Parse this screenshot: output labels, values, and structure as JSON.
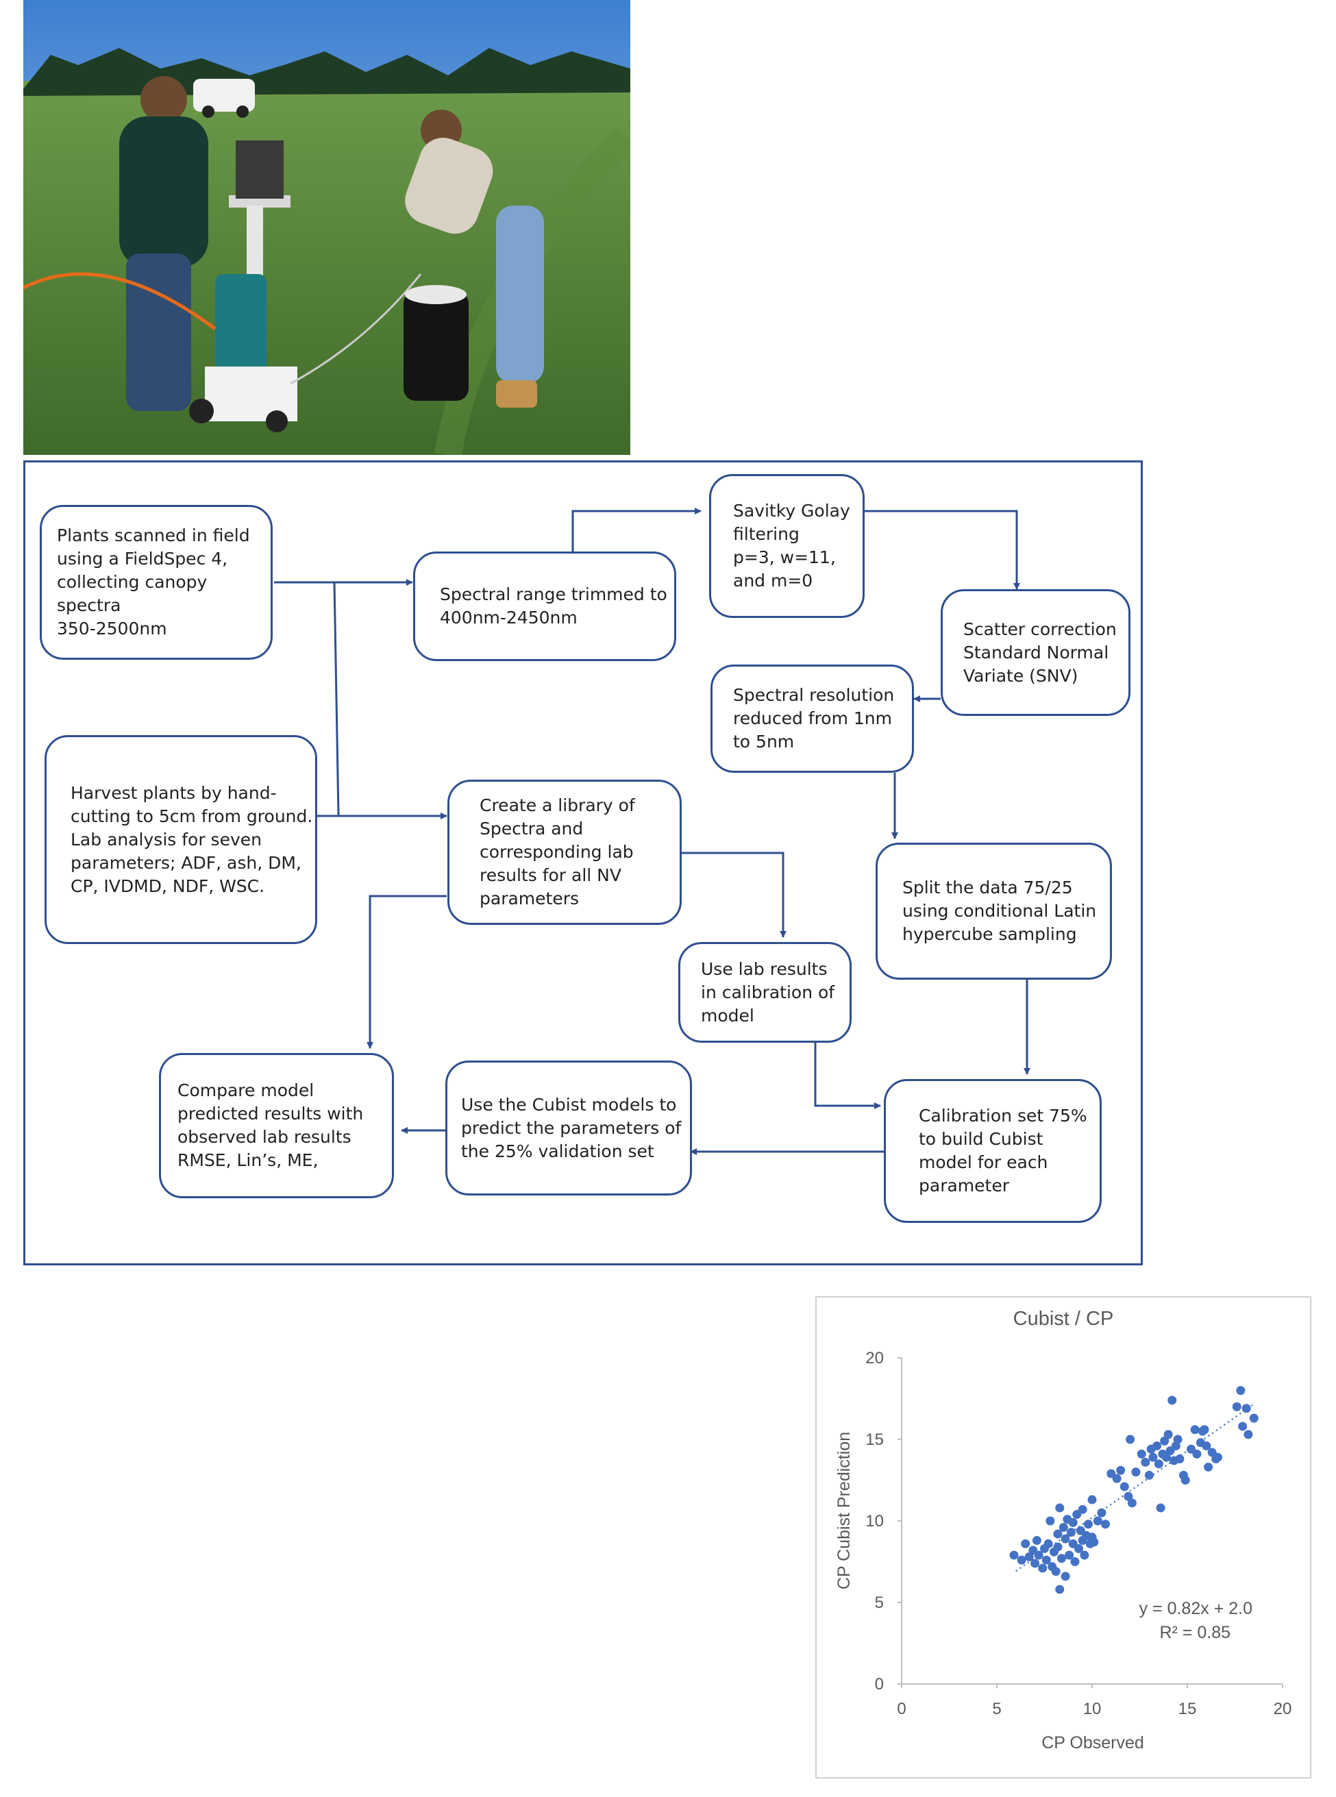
{
  "flowchart": {
    "boxes": {
      "scan": "Plants scanned in field\nusing a FieldSpec 4,\ncollecting canopy spectra\n350-2500nm",
      "trim": "Spectral range trimmed to\n400nm-2450nm",
      "savitzky": "Savitky Golay\nfiltering\np=3, w=11,\n and m=0",
      "scatter": "Scatter correction\nStandard Normal\nVariate (SNV)",
      "resolution": "Spectral resolution\nreduced from 1nm\nto 5nm",
      "harvest": "Harvest plants by hand-\ncutting to 5cm from ground.\nLab analysis for seven\nparameters; ADF, ash, DM,\nCP, IVDMD, NDF, WSC.",
      "library": "Create a library of\nSpectra and\ncorresponding lab\nresults for all NV\nparameters",
      "split": "Split the data 75/25\nusing conditional Latin\nhypercube sampling",
      "lab_calibration": "Use lab results\nin calibration of\nmodel",
      "compare": "Compare model\npredicted results with\nobserved lab results\nRMSE, Lin’s, ME,",
      "predict": "Use the Cubist models to\npredict the parameters of\nthe 25% validation set",
      "calibration": "Calibration set 75%\nto build Cubist\nmodel for each\nparameter"
    }
  },
  "chart_data": {
    "type": "scatter",
    "title": "Cubist / CP",
    "xlabel": "CP Observed",
    "ylabel": "CP Cubist Prediction",
    "xlim": [
      0,
      20
    ],
    "ylim": [
      0,
      20
    ],
    "xticks": [
      "0",
      "5",
      "10",
      "15",
      "20"
    ],
    "yticks": [
      "0",
      "5",
      "10",
      "15",
      "20"
    ],
    "grid": false,
    "marker_color": "#4472c4",
    "trendline": {
      "slope": 0.82,
      "intercept": 2.0,
      "x_range": [
        6,
        18.5
      ],
      "style": "dotted"
    },
    "equation": "y = 0.82x + 2.0",
    "r2_label": "R² = 0.85",
    "points": [
      [
        5.9,
        7.9
      ],
      [
        6.3,
        7.6
      ],
      [
        6.5,
        8.6
      ],
      [
        6.7,
        7.8
      ],
      [
        6.9,
        8.2
      ],
      [
        7.0,
        7.4
      ],
      [
        7.1,
        8.8
      ],
      [
        7.2,
        7.9
      ],
      [
        7.4,
        7.1
      ],
      [
        7.5,
        8.3
      ],
      [
        7.6,
        7.6
      ],
      [
        7.7,
        8.6
      ],
      [
        7.8,
        10.0
      ],
      [
        7.9,
        7.2
      ],
      [
        8.0,
        8.1
      ],
      [
        8.1,
        6.9
      ],
      [
        8.2,
        9.2
      ],
      [
        8.2,
        8.4
      ],
      [
        8.3,
        5.8
      ],
      [
        8.3,
        10.8
      ],
      [
        8.4,
        7.7
      ],
      [
        8.5,
        9.6
      ],
      [
        8.6,
        6.6
      ],
      [
        8.6,
        8.9
      ],
      [
        8.7,
        10.1
      ],
      [
        8.8,
        7.9
      ],
      [
        8.9,
        9.3
      ],
      [
        9.0,
        8.6
      ],
      [
        9.0,
        9.9
      ],
      [
        9.1,
        7.5
      ],
      [
        9.2,
        10.4
      ],
      [
        9.3,
        8.3
      ],
      [
        9.4,
        9.4
      ],
      [
        9.5,
        8.8
      ],
      [
        9.5,
        10.7
      ],
      [
        9.6,
        7.9
      ],
      [
        9.7,
        9.1
      ],
      [
        9.8,
        9.8
      ],
      [
        9.9,
        8.6
      ],
      [
        10.0,
        11.3
      ],
      [
        10.0,
        9.0
      ],
      [
        10.1,
        8.7
      ],
      [
        10.3,
        10.0
      ],
      [
        10.5,
        10.5
      ],
      [
        10.7,
        9.8
      ],
      [
        11.0,
        12.9
      ],
      [
        11.3,
        12.6
      ],
      [
        11.5,
        13.1
      ],
      [
        11.7,
        12.1
      ],
      [
        11.9,
        11.5
      ],
      [
        12.0,
        15.0
      ],
      [
        12.1,
        11.1
      ],
      [
        12.3,
        13.0
      ],
      [
        12.6,
        14.1
      ],
      [
        12.8,
        13.6
      ],
      [
        13.0,
        12.8
      ],
      [
        13.1,
        14.4
      ],
      [
        13.2,
        13.9
      ],
      [
        13.4,
        14.6
      ],
      [
        13.5,
        13.5
      ],
      [
        13.6,
        10.8
      ],
      [
        13.7,
        14.1
      ],
      [
        13.8,
        14.9
      ],
      [
        13.9,
        13.9
      ],
      [
        14.0,
        15.3
      ],
      [
        14.1,
        14.3
      ],
      [
        14.2,
        17.4
      ],
      [
        14.3,
        13.7
      ],
      [
        14.4,
        14.6
      ],
      [
        14.5,
        15.0
      ],
      [
        14.6,
        13.8
      ],
      [
        14.8,
        12.8
      ],
      [
        14.9,
        12.5
      ],
      [
        15.2,
        14.4
      ],
      [
        15.4,
        15.6
      ],
      [
        15.5,
        14.1
      ],
      [
        15.7,
        14.8
      ],
      [
        15.8,
        15.5
      ],
      [
        15.9,
        15.6
      ],
      [
        16.0,
        14.6
      ],
      [
        16.1,
        13.3
      ],
      [
        16.3,
        14.2
      ],
      [
        16.5,
        13.8
      ],
      [
        17.8,
        18.0
      ],
      [
        17.9,
        15.8
      ],
      [
        18.1,
        16.9
      ],
      [
        18.2,
        15.3
      ],
      [
        18.5,
        16.3
      ],
      [
        17.6,
        17.0
      ],
      [
        16.6,
        13.9
      ]
    ]
  }
}
